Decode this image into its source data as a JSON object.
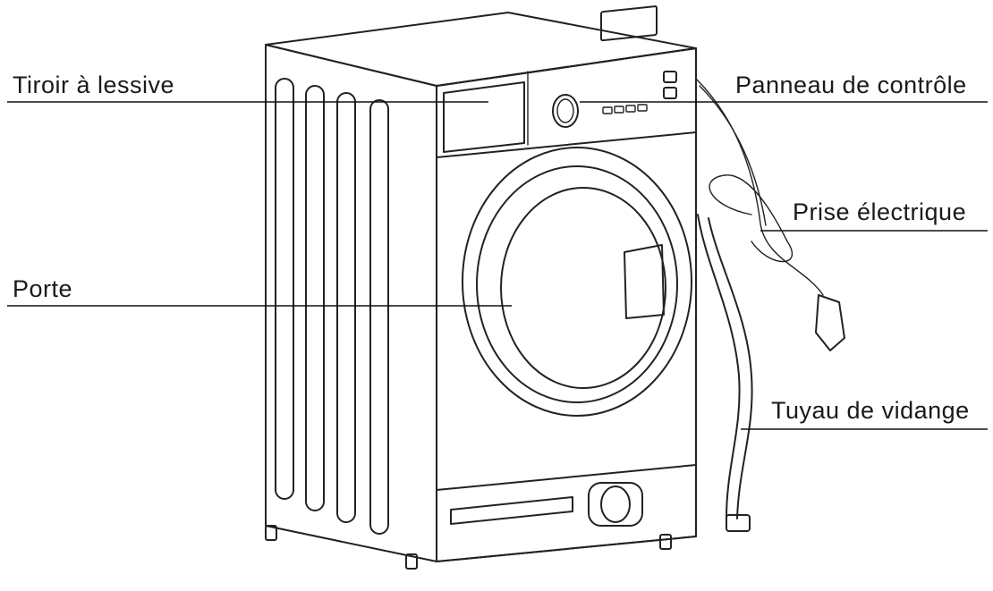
{
  "diagram": {
    "labels": {
      "drawer": "Tiroir à lessive",
      "control_panel": "Panneau de contrôle",
      "plug": "Prise électrique",
      "door": "Porte",
      "drain_hose": "Tuyau de vidange"
    }
  }
}
